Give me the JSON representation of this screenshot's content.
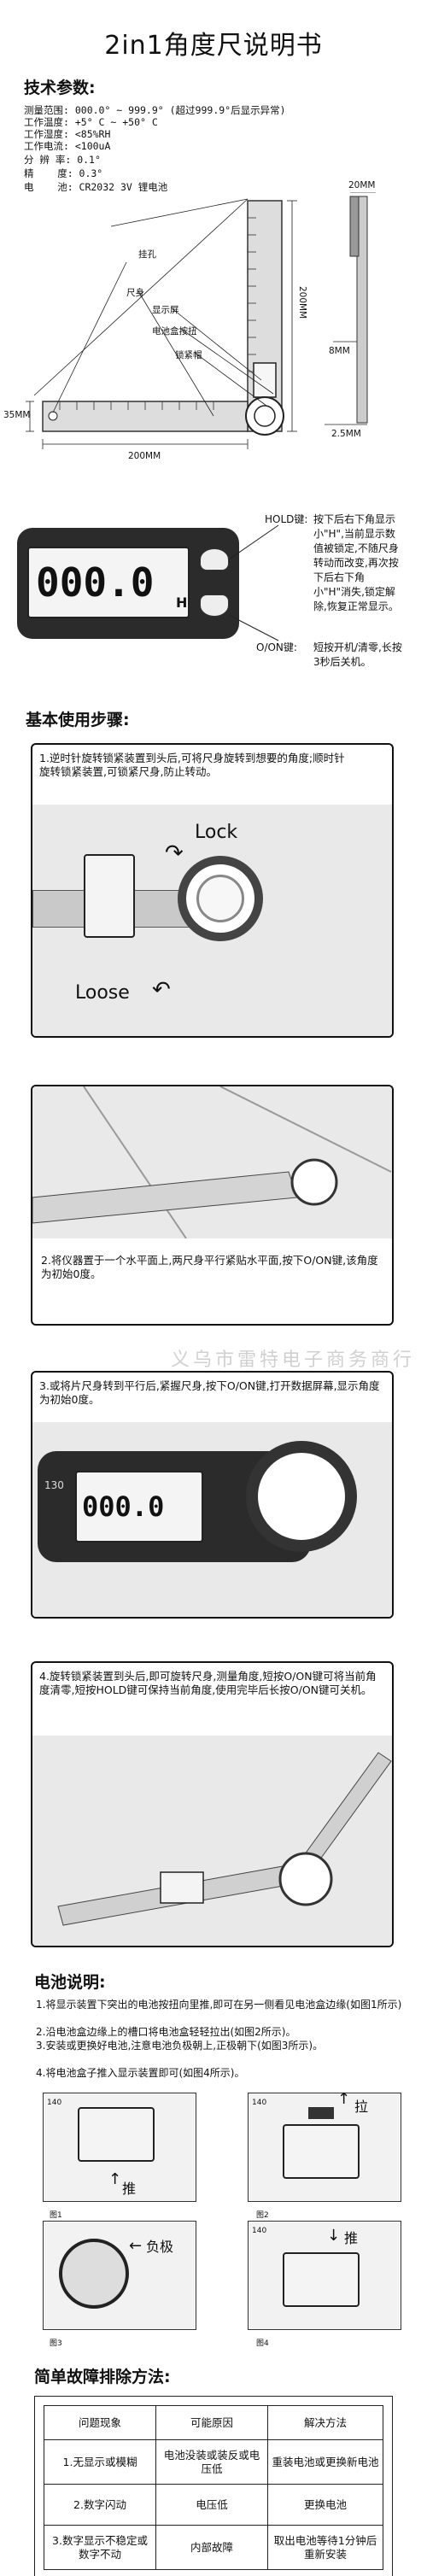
{
  "title": "2in1角度尺说明书",
  "tech": {
    "heading": "技术参数:",
    "lines": [
      "测量范围: 000.0° ~ 999.9° (超过999.9°后显示异常)",
      "工作温度: +5° C ~ +50° C",
      "工作湿度: <85%RH",
      "工作电流: <100uA",
      "分 辨 率: 0.1°",
      "精    度: 0.3°",
      "电    池: CR2032 3V 锂电池"
    ]
  },
  "diagram": {
    "labels": {
      "hole": "挂孔",
      "body": "尺身",
      "display": "显示屏",
      "battery_btn": "电池盒按扭",
      "lock_cap": "锁紧帽",
      "dim_35": "35MM",
      "dim_200_h": "200MM",
      "dim_200_v": "200MM",
      "dim_20": "20MM",
      "dim_8": "8MM",
      "dim_25": "2.5MM"
    }
  },
  "display_panel": {
    "reading": "000.0",
    "unit_h": "H",
    "hold_key": "HOLD键:",
    "hold_desc": "按下后右下角显示小\"H\",当前显示数值被锁定,不随尺身转动而改变,再次按下后右下角小\"H\"消失,锁定解除,恢复正常显示。",
    "on_key": "O/ON键:",
    "on_desc": "短按开机/清零,长按3秒后关机。"
  },
  "steps": {
    "heading": "基本使用步骤:",
    "s1": "1.逆时针旋转锁紧装置到头后,可将尺身旋转到想要的角度;顺时针旋转锁紧装置,可锁紧尺身,防止转动。",
    "lock": "Lock",
    "loose": "Loose",
    "s2": "2.将仪器置于一个水平面上,两尺身平行紧贴水平面,按下O/ON键,该角度为初始0度。",
    "watermark": "义乌市雷特电子商务商行",
    "s3": "3.或将片尺身转到平行后,紧握尺身,按下O/ON键,打开数据屏幕,显示角度为初始0度。",
    "s3_reading": "000.0",
    "s3_tick": "130",
    "s4": "4.旋转锁紧装置到头后,即可旋转尺身,测量角度,短按O/ON键可将当前角度清零,短按HOLD键可保持当前角度,使用完毕后长按O/ON键可关机。"
  },
  "battery": {
    "heading": "电池说明:",
    "items": [
      "1.将显示装置下突出的电池按扭向里推,即可在另一侧看见电池盒边缘(如图1所示)",
      "2.沿电池盒边缘上的槽口将电池盒轻轻拉出(如图2所示)。",
      "3.安装或更换好电池,注意电池负极朝上,正极朝下(如图3所示)。",
      "4.将电池盒子推入显示装置即可(如图4所示)。"
    ],
    "push": "推",
    "pull": "拉",
    "negative": "负极",
    "push2": "推",
    "fig1": "图1",
    "fig2": "图2",
    "fig3": "图3",
    "fig4": "图4",
    "tick": "140"
  },
  "trouble": {
    "heading": "简单故障排除方法:",
    "header": [
      "问题现象",
      "可能原因",
      "解决方法"
    ],
    "rows": [
      [
        "1.无显示或模糊",
        "电池没装或装反或电压低",
        "重装电池或更换新电池"
      ],
      [
        "2.数字闪动",
        "电压低",
        "更换电池"
      ],
      [
        "3.数字显示不稳定或数字不动",
        "内部故障",
        "取出电池等待1分钟后重新安装"
      ]
    ]
  }
}
